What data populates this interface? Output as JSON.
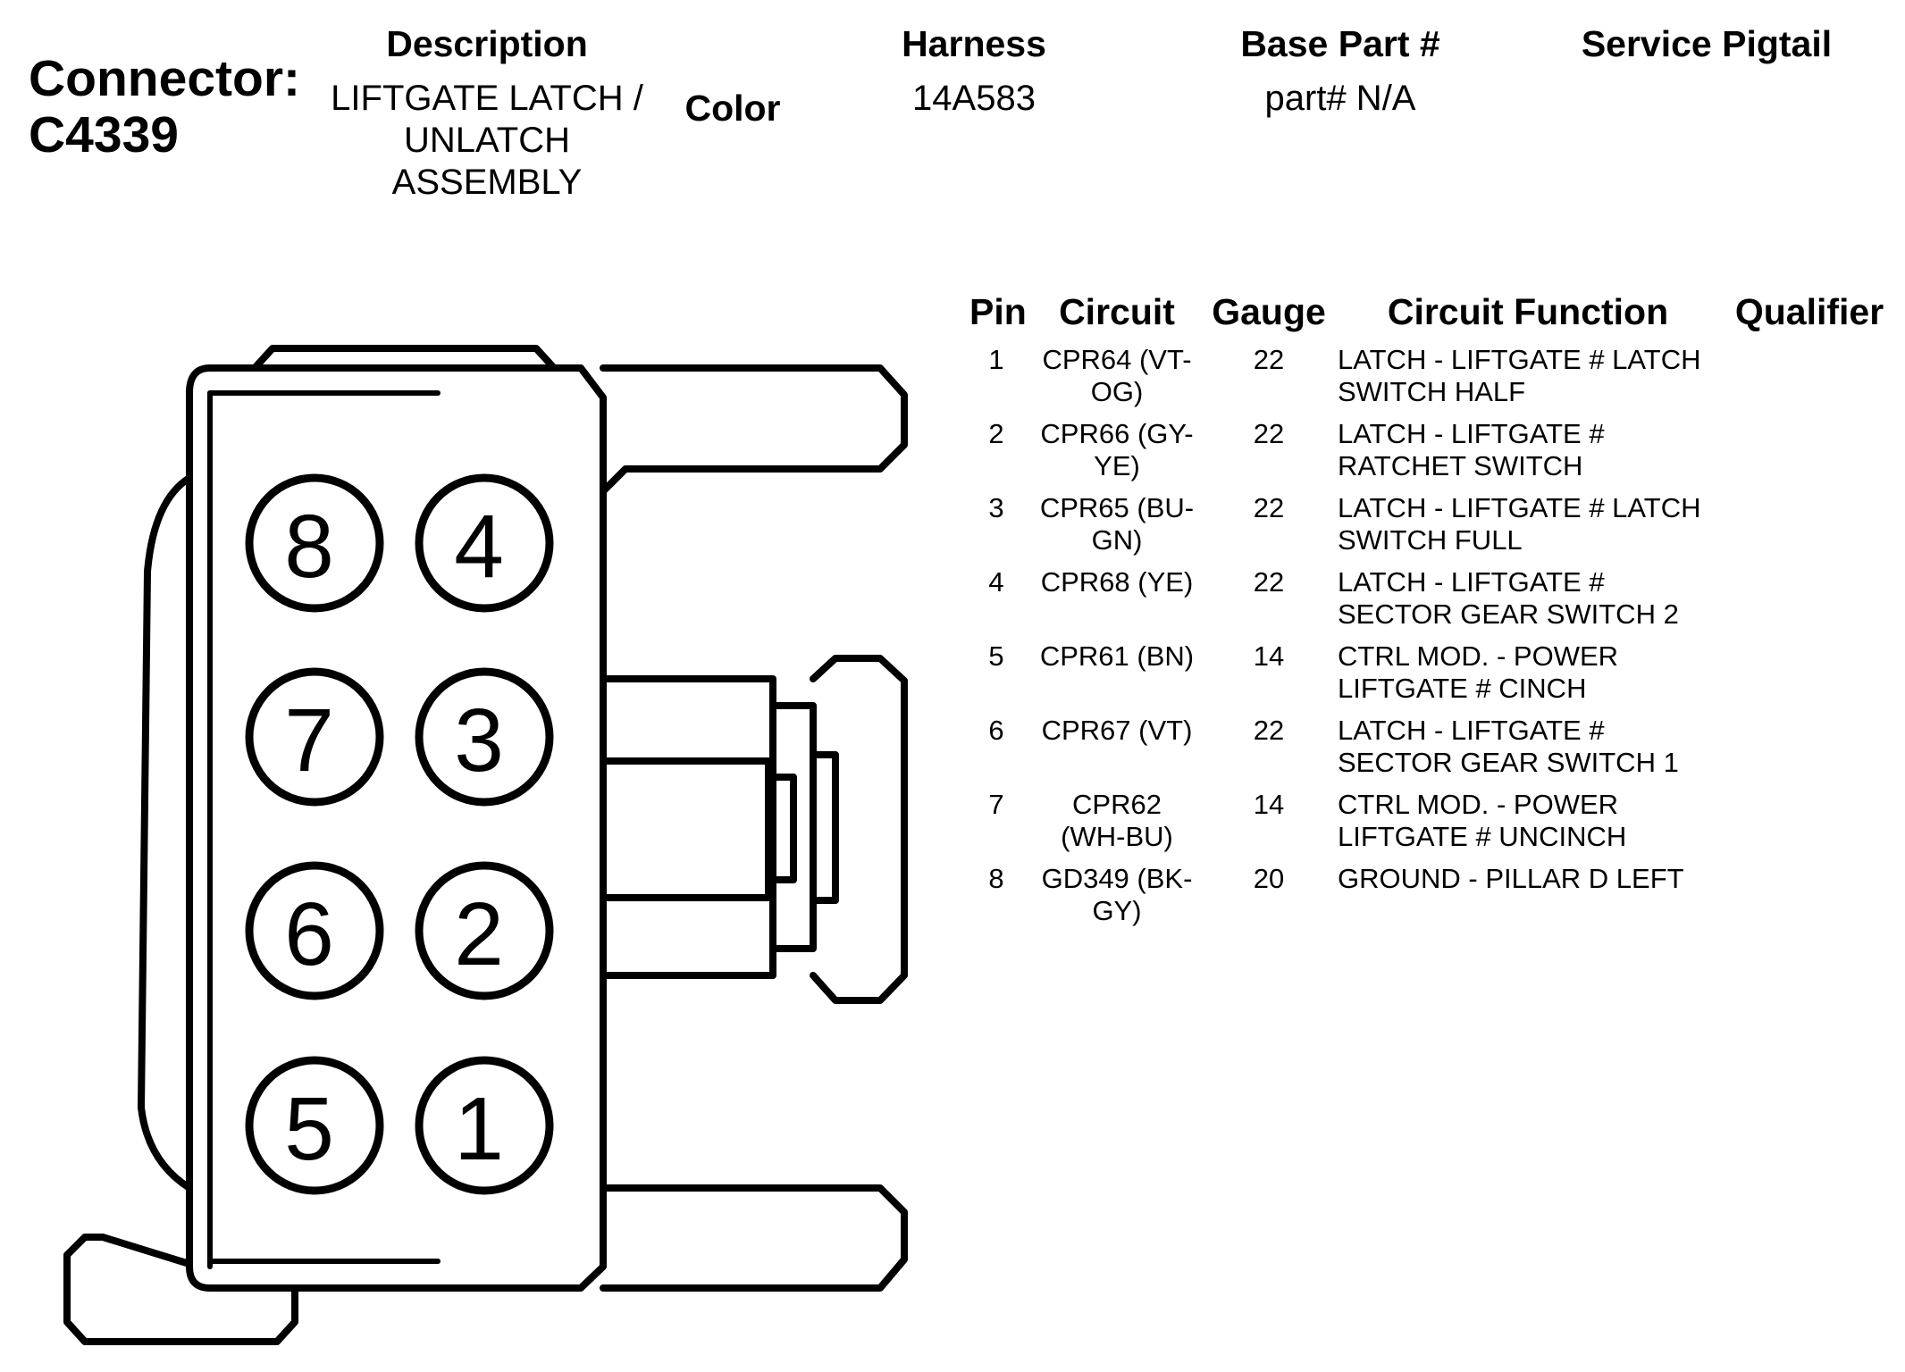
{
  "header": {
    "connector_label": "Connector:",
    "connector_id": "C4339",
    "description_title": "Description",
    "description_lines": [
      "LIFTGATE LATCH /",
      "UNLATCH",
      "ASSEMBLY"
    ],
    "color_title": "Color",
    "harness_title": "Harness",
    "harness_value": "14A583",
    "base_part_title": "Base Part #",
    "base_part_value": "part# N/A",
    "service_pigtail_title": "Service Pigtail"
  },
  "table": {
    "columns": [
      "Pin",
      "Circuit",
      "Gauge",
      "Circuit Function",
      "Qualifier"
    ],
    "rows": [
      {
        "pin": "1",
        "circuit": [
          "CPR64 (VT-",
          "OG)"
        ],
        "gauge": "22",
        "function": [
          "LATCH - LIFTGATE # LATCH",
          "SWITCH HALF"
        ]
      },
      {
        "pin": "2",
        "circuit": [
          "CPR66 (GY-",
          "YE)"
        ],
        "gauge": "22",
        "function": [
          "LATCH - LIFTGATE #",
          "RATCHET SWITCH"
        ]
      },
      {
        "pin": "3",
        "circuit": [
          "CPR65 (BU-",
          "GN)"
        ],
        "gauge": "22",
        "function": [
          "LATCH - LIFTGATE # LATCH",
          "SWITCH FULL"
        ]
      },
      {
        "pin": "4",
        "circuit": [
          "CPR68 (YE)"
        ],
        "gauge": "22",
        "function": [
          "LATCH - LIFTGATE #",
          "SECTOR GEAR SWITCH 2"
        ]
      },
      {
        "pin": "5",
        "circuit": [
          "CPR61 (BN)"
        ],
        "gauge": "14",
        "function": [
          "CTRL MOD. - POWER",
          "LIFTGATE # CINCH"
        ]
      },
      {
        "pin": "6",
        "circuit": [
          "CPR67 (VT)"
        ],
        "gauge": "22",
        "function": [
          "LATCH - LIFTGATE #",
          "SECTOR GEAR SWITCH 1"
        ]
      },
      {
        "pin": "7",
        "circuit": [
          "CPR62",
          "(WH-BU)"
        ],
        "gauge": "14",
        "function": [
          "CTRL MOD. - POWER",
          "LIFTGATE # UNCINCH"
        ]
      },
      {
        "pin": "8",
        "circuit": [
          "GD349 (BK-",
          "GY)"
        ],
        "gauge": "20",
        "function": [
          "GROUND - PILLAR D LEFT"
        ]
      }
    ]
  },
  "connector_face": {
    "pin_labels": [
      "8",
      "4",
      "7",
      "3",
      "6",
      "2",
      "5",
      "1"
    ]
  }
}
